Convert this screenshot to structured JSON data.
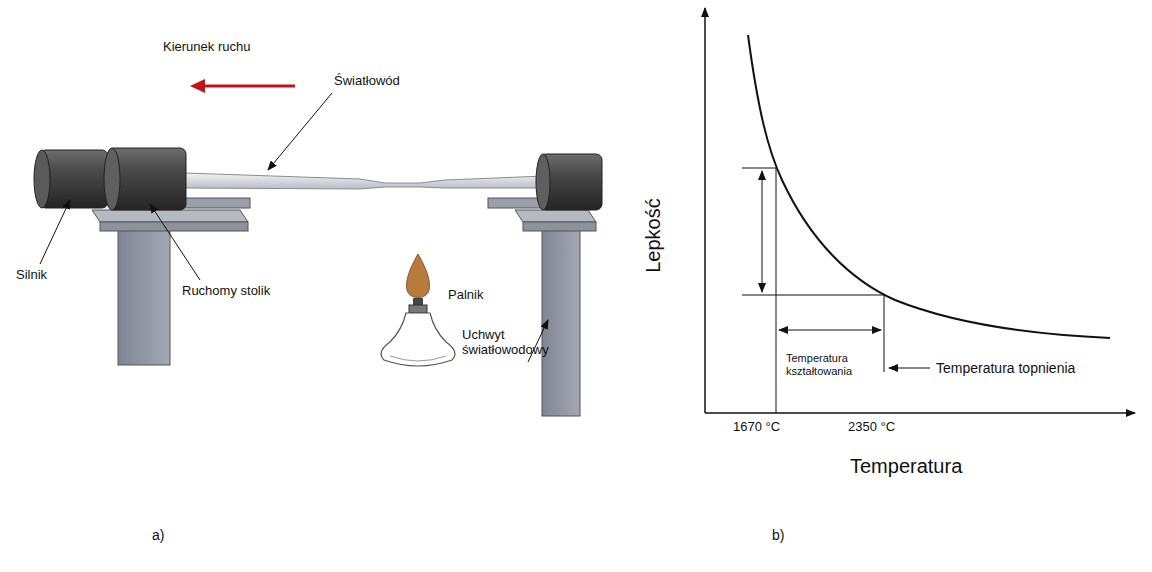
{
  "diagram": {
    "labels": [
      "Kierunek ruchu",
      "Światłowód",
      "Silnik",
      "Ruchomy stolik",
      "Palnik",
      "Uchwyt światłowodowy",
      "Lepkość",
      "Temperatura kształtowania",
      "Temperatura topnienia",
      "1670 °C",
      "2350 °C",
      "Temperatura",
      "a)",
      "b)"
    ]
  }
}
